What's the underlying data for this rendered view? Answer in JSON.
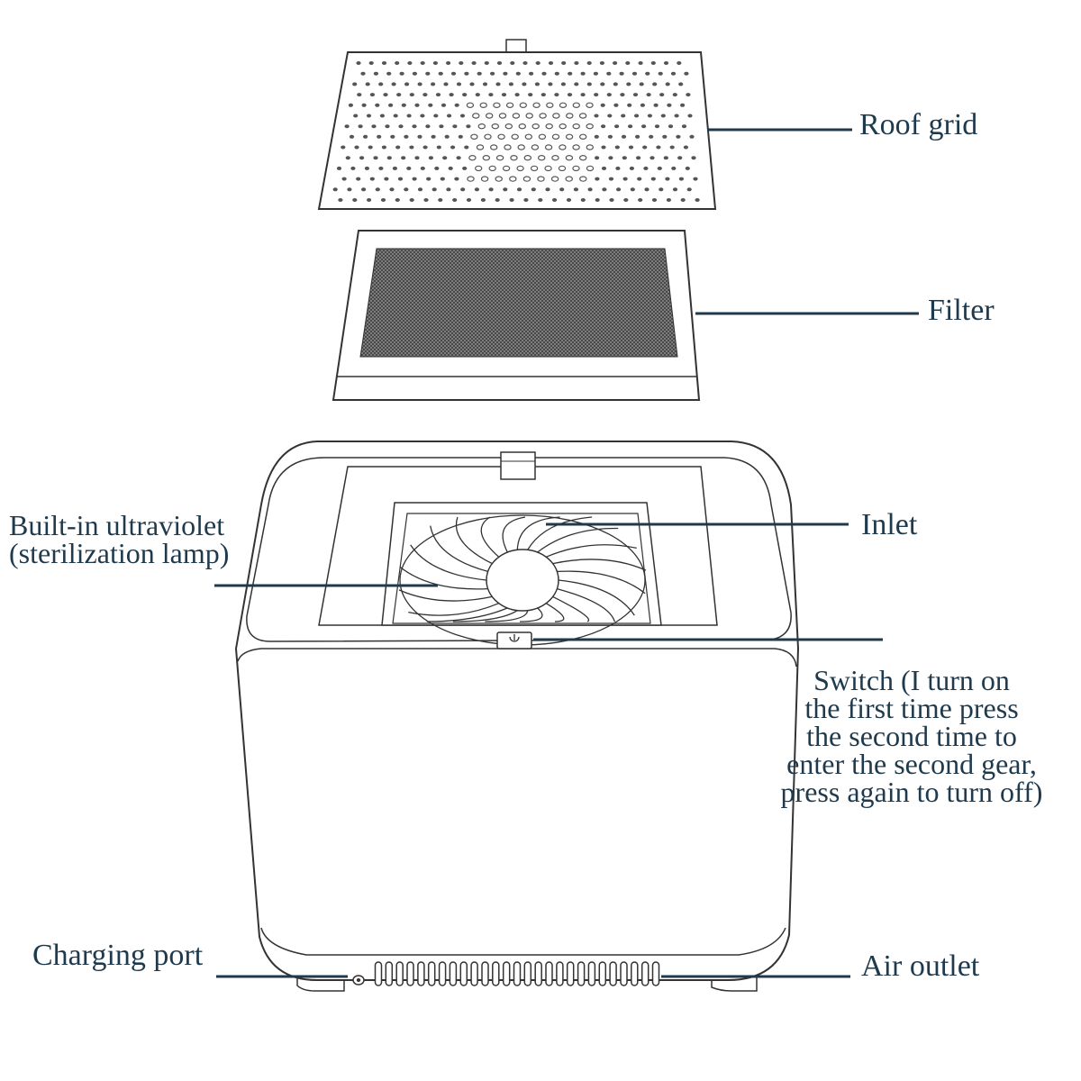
{
  "labels": {
    "roof_grid": "Roof grid",
    "filter": "Filter",
    "uv_lamp": [
      "Built-in ultraviolet",
      "(sterilization lamp)"
    ],
    "inlet": "Inlet",
    "switch": [
      "Switch (I turn on",
      "the first time press",
      "the second time to",
      "enter the second gear,",
      "press again to turn off)"
    ],
    "charging_port": "Charging port",
    "air_outlet": "Air outlet"
  },
  "colors": {
    "leader_line": "#1f3a4d",
    "label_text": "#1f3a4d",
    "outline": "#333333",
    "filter_mesh": "#5a5a5a"
  },
  "icons": {
    "switch": "power-icon",
    "charging_port": "port-icon"
  }
}
